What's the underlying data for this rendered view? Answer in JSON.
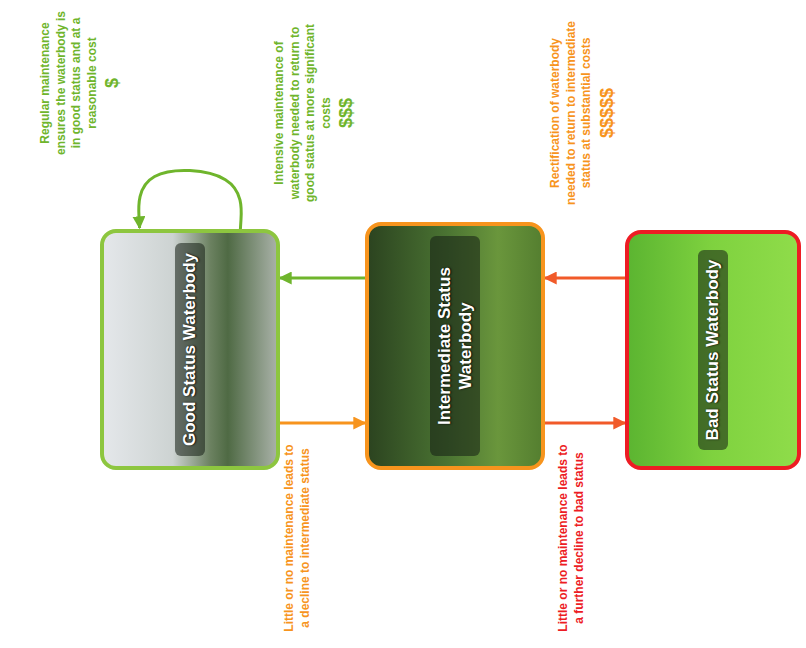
{
  "diagram": {
    "nodes": [
      {
        "text": [
          "Good Status Waterbody"
        ]
      },
      {
        "text": [
          "Intermediate Status Waterbody"
        ]
      },
      {
        "text": [
          "Bad Status Waterbody"
        ]
      }
    ],
    "edges": [
      {
        "from": 0,
        "to": 0,
        "arrow": "to",
        "label": "Regular maintenance ensures the waterbody is in good status and at a reasonable cost"
      },
      {
        "from": 0,
        "to": 1,
        "arrow": "to",
        "label": "Little or no maintenance leads to a decline to intermediate status"
      },
      {
        "from": 1,
        "to": 0,
        "arrow": "to",
        "label": "Intensive maintenance of waterbody needed to return to good status at more significant costs"
      },
      {
        "from": 1,
        "to": 2,
        "arrow": "to",
        "label": "Little or no maintenance leads to a further decline to bad status"
      },
      {
        "from": 2,
        "to": 1,
        "arrow": "to",
        "label": "Rectification of waterbody needed to return to intermediate status at substantial costs"
      }
    ],
    "labels": [
      "$",
      "$$$",
      "$$$$$"
    ]
  }
}
